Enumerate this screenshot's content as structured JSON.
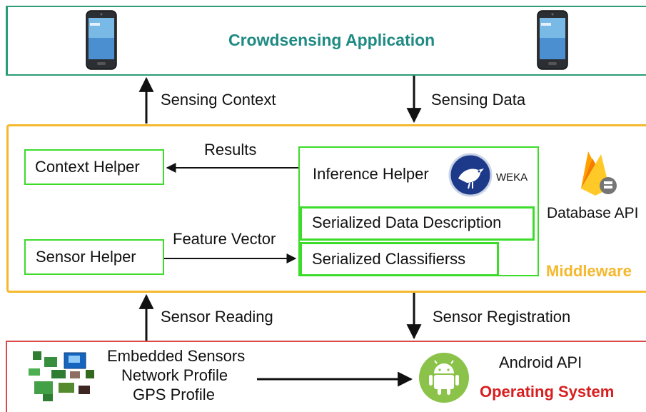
{
  "colors": {
    "app_border": "#2a9d78",
    "app_title": "#1f8a83",
    "middleware_border": "#f5b82e",
    "middleware_label": "#f5b82e",
    "helper_border": "#3ddc2b",
    "os_border": "#d94a4a",
    "os_label": "#d81e1e",
    "android_green": "#8bc34a"
  },
  "app_layer": {
    "title": "Crowdsensing Application",
    "icons": [
      "smartphone-icon",
      "smartphone-icon"
    ]
  },
  "arrows": {
    "sensing_context": "Sensing Context",
    "sensing_data": "Sensing Data",
    "results": "Results",
    "feature_vector": "Feature Vector",
    "sensor_reading": "Sensor Reading",
    "sensor_registration": "Sensor Registration"
  },
  "middleware": {
    "label": "Middleware",
    "context_helper": "Context Helper",
    "sensor_helper": "Sensor Helper",
    "inference_helper": "Inference Helper",
    "weka_label": "WEKA",
    "serialized_data_description": "Serialized Data Description",
    "serialized_classifiers": "Serialized Classifierss",
    "database_api": "Database API",
    "icons": [
      "weka-bird-icon",
      "firebase-database-icon"
    ]
  },
  "os_layer": {
    "label": "Operating System",
    "sensors_lines": [
      "Embedded Sensors",
      "Network Profile",
      "GPS Profile"
    ],
    "android_api": "Android API",
    "icons": [
      "sensor-boards-icon",
      "android-robot-icon"
    ]
  }
}
